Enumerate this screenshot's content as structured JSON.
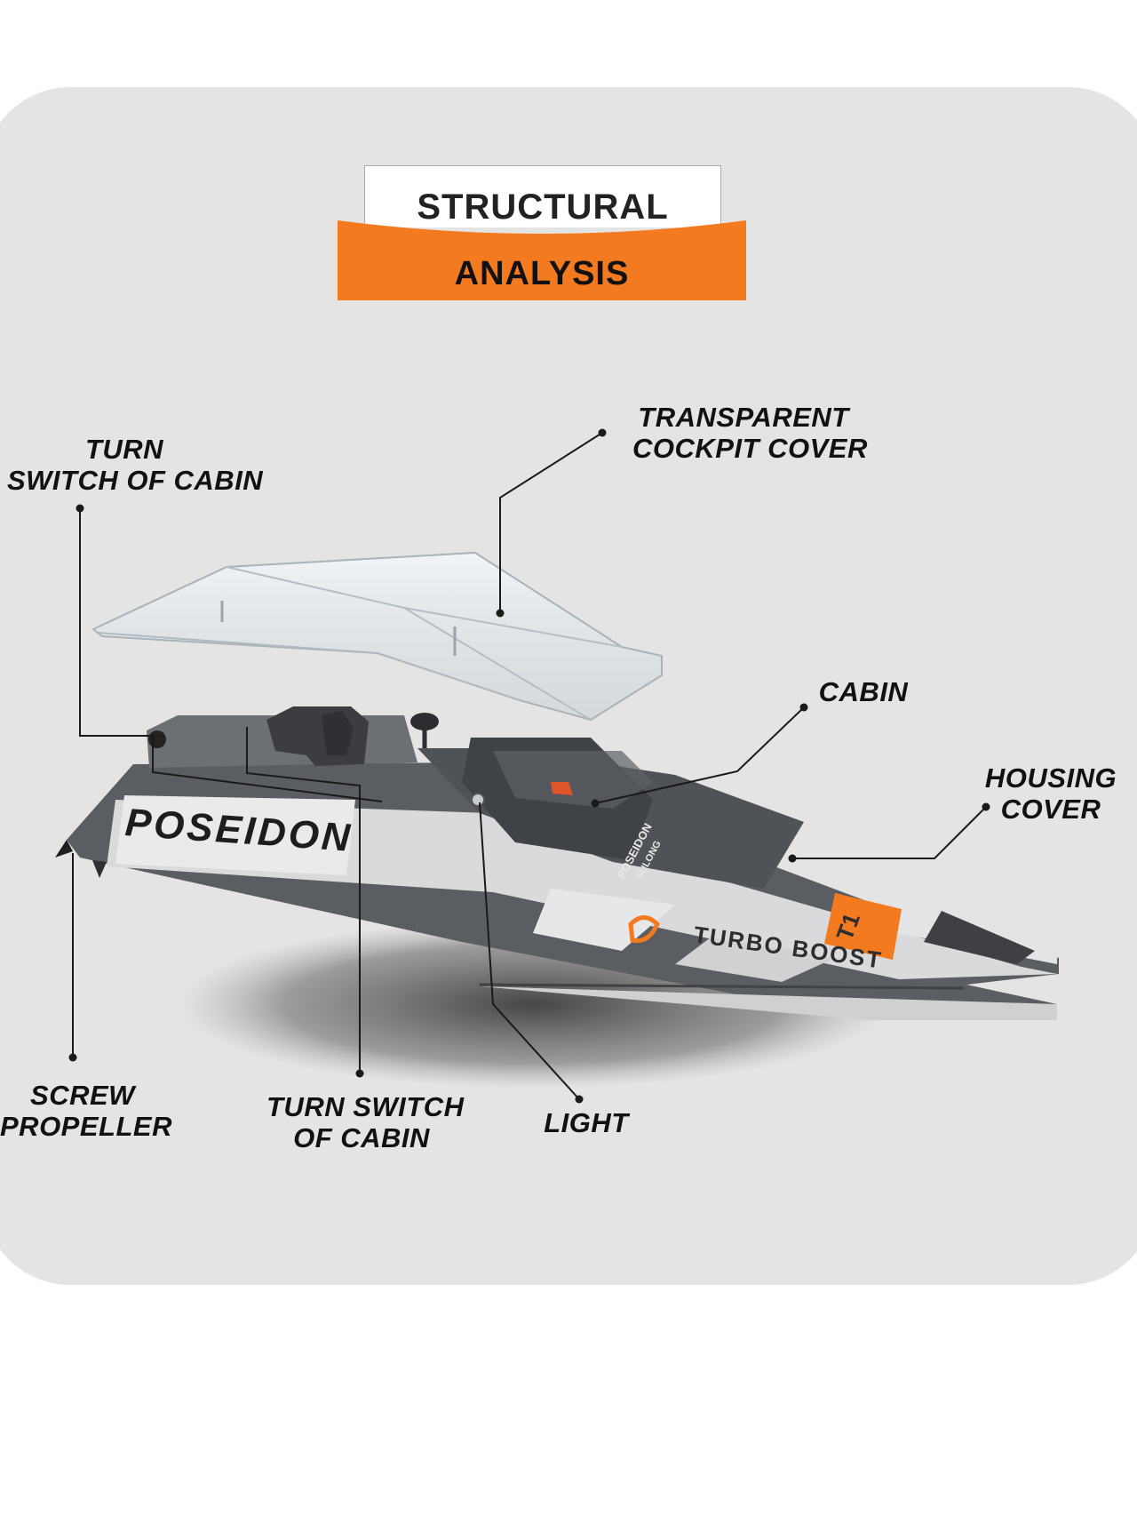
{
  "title": {
    "line1": "STRUCTURAL",
    "line2": "ANALYSIS"
  },
  "boat": {
    "brand": "POSEIDON",
    "nameplate": "POSEIDON",
    "maker": "SULONG",
    "side_text": "TURBO BOOST",
    "number": "T1"
  },
  "labels": {
    "turn_switch_top": [
      "TURN",
      "SWITCH OF CABIN"
    ],
    "transparent_cover": [
      "TRANSPARENT",
      "COCKPIT COVER"
    ],
    "cabin": [
      "CABIN"
    ],
    "housing_cover": [
      "HOUSING",
      "COVER"
    ],
    "screw_propeller": [
      "SCREW",
      "PROPELLER"
    ],
    "turn_switch_bottom": [
      "TURN SWITCH",
      "OF CABIN"
    ],
    "light": [
      "LIGHT"
    ]
  },
  "colors": {
    "accent": "#f47a20",
    "panel": "#e4e4e4",
    "hull_dark": "#5a5d61",
    "hull_light": "#d9dadb"
  }
}
